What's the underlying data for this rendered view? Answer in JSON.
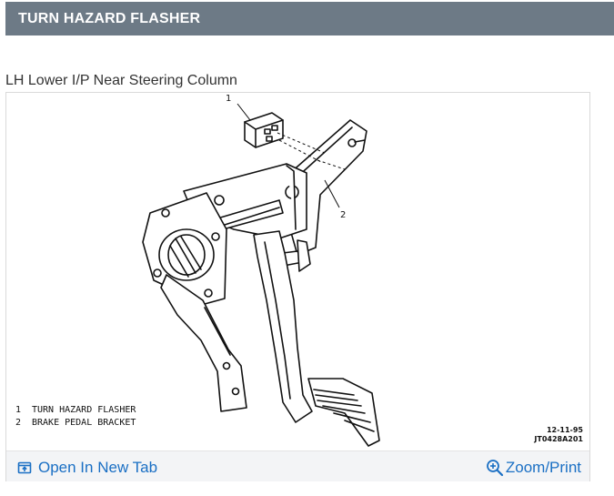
{
  "header": {
    "title": "TURN HAZARD FLASHER"
  },
  "figure": {
    "caption": "LH Lower I/P Near Steering Column",
    "callouts": [
      "1",
      "2"
    ],
    "legend": [
      {
        "num": "1",
        "label": "TURN HAZARD FLASHER"
      },
      {
        "num": "2",
        "label": "BRAKE PEDAL BRACKET"
      }
    ],
    "stamp": {
      "date": "12-11-95",
      "code": "JT0428A201"
    }
  },
  "footer": {
    "open_tab_label": "Open In New Tab",
    "zoom_label": "Zoom/Print",
    "open_tab_icon": "open-in-new-tab-icon",
    "zoom_icon": "magnifier-plus-icon"
  },
  "colors": {
    "header_bg": "#6d7a86",
    "link": "#1a6fc4",
    "footer_bg": "#f3f4f6"
  }
}
